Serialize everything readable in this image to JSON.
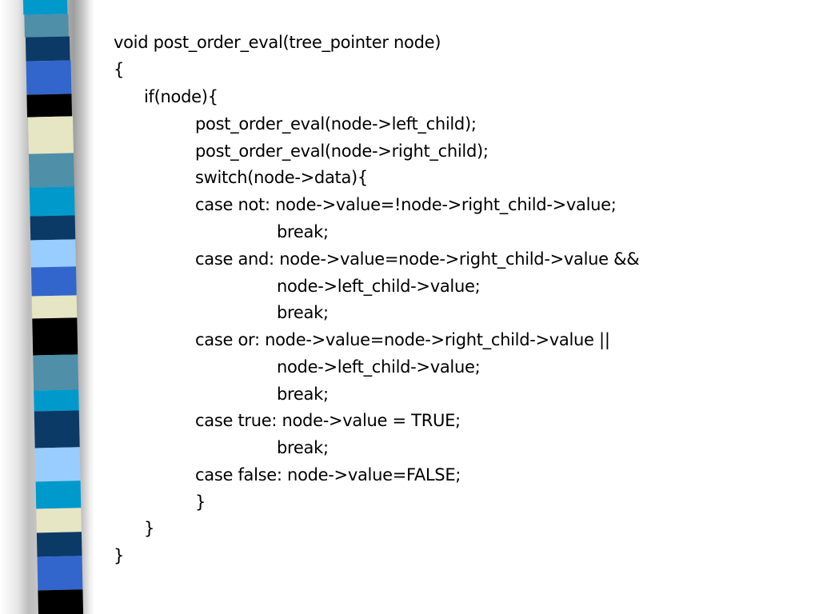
{
  "slide": {
    "code_lines": [
      "void post_order_eval(tree_pointer node)",
      "{",
      "if(node){",
      "post_order_eval(node->left_child);",
      "post_order_eval(node->right_child);",
      "switch(node->data){",
      "case not: node->value=!node->right_child->value;",
      "break;",
      "case and: node->value=node->right_child->value &&",
      "node->left_child->value;",
      "break;",
      "case or: node->value=node->right_child->value ||",
      "node->left_child->value;",
      "break;",
      "case true: node->value = TRUE;",
      "break;",
      "case false: node->value=FALSE;",
      "}",
      "}",
      "}"
    ]
  },
  "colors": {
    "text": "#000000",
    "background": "#ffffff",
    "stripe_navy": "#0b3a66",
    "stripe_blue": "#3366cc",
    "stripe_light_blue": "#99ccff",
    "stripe_cyan": "#0099cc",
    "stripe_teal": "#4f8fa8",
    "stripe_cream": "#e6e6c4",
    "stripe_black": "#000000"
  }
}
